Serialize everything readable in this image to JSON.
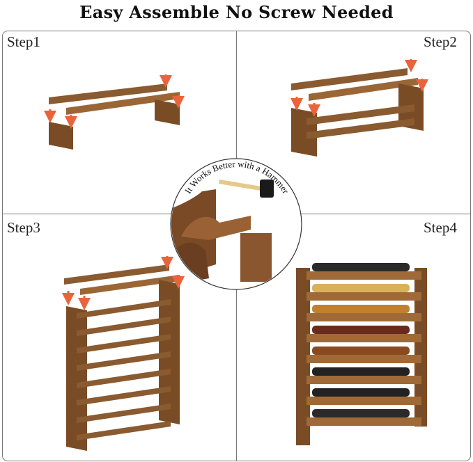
{
  "title": "Easy Assemble No Screw Needed",
  "steps": [
    {
      "label": "Step1"
    },
    {
      "label": "Step2"
    },
    {
      "label": "Step3"
    },
    {
      "label": "Step4"
    }
  ],
  "inset": {
    "caption": "It Works Better with a Hammer"
  },
  "colors": {
    "wood": "#8a5a30",
    "arrow": "#e8643a",
    "border": "#777777"
  }
}
